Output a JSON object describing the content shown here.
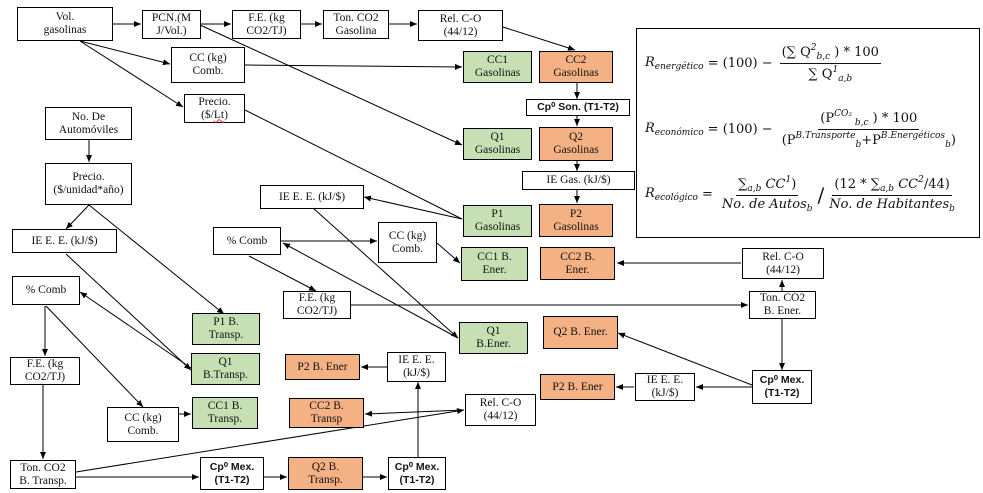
{
  "nodes": {
    "vol_gasolinas": "Vol.\ngasolinas",
    "pcn": "PCN.(M\nJ/Vol.)",
    "fe_top": "F.E. (kg\nCO2/TJ)",
    "ton_co2_gasolina": "Ton. CO2\nGasolina",
    "rel_co_top": "Rel. C-O\n(44/12)",
    "cc_comb_top": "CC (kg)\nComb.",
    "precio_lt_label": "Precio.",
    "precio_lt_unit_a": "($/",
    "precio_lt_unit_b": "Lt",
    "precio_lt_unit_c": ")",
    "cc1_gasolinas": "CC1\nGasolinas",
    "cc2_gasolinas": "CC2\nGasolinas",
    "cp_son": "Cp⁰ Son. (T1-T2)",
    "no_automoviles": "No. De\nAutomóviles",
    "q1_gasolinas": "Q1\nGasolinas",
    "q2_gasolinas": "Q2\nGasolinas",
    "precio_unidad": "Precio.\n($/unidad*año)",
    "ie_gas": "IE Gas. (kJ/$)",
    "ie_ee_mid": "IE E. E. (kJ/$)",
    "p1_gasolinas": "P1\nGasolinas",
    "p2_gasolinas": "P2\nGasolinas",
    "ie_ee_left": "IE E. E. (kJ/$)",
    "pct_comb_mid": "% Comb",
    "cc_comb_mid": "CC (kg)\nComb.",
    "cc1_b_ener": "CC1 B.\nEner.",
    "cc2_b_ener": "CC2 B.\nEner.",
    "rel_co_right": "Rel. C-O\n(44/12)",
    "pct_comb_left": "% Comb",
    "fe_mid": "F.E. (kg\nCO2/TJ)",
    "ton_co2_b_ener": "Ton. CO2\nB. Ener.",
    "p1_b_transp": "P1 B.\nTransp.",
    "q1_b_ener": "Q1\nB.Ener.",
    "q2_b_ener": "Q2 B. Ener.",
    "fe_left": "F.E. (kg\nCO2/TJ)",
    "q1_b_transp": "Q1\nB.Transp.",
    "p2_b_ener_mid": "P2 B. Ener",
    "ie_ee_lower": "IE E. E.\n(kJ/$)",
    "p2_b_ener_right": "P2 B. Ener",
    "ie_ee_right": "IE E. E.\n(kJ/$)",
    "cp_mex_right": "Cp⁰ Mex.\n(T1-T2)",
    "cc_comb_left": "CC (kg)\nComb.",
    "cc1_b_transp": "CC1 B.\nTransp.",
    "cc2_b_transp": "CC2 B.\nTransp",
    "rel_co_bottom": "Rel. C-O\n(44/12)",
    "ton_co2_b_transp": "Ton. CO2\nB. Transp.",
    "cp_mex_bottom_left": "Cp⁰ Mex.\n(T1-T2)",
    "q2_b_transp": "Q2 B.\nTransp.",
    "cp_mex_bottom_mid": "Cp⁰ Mex.\n(T1-T2)"
  },
  "colors": {
    "input_fill": "#ffffff",
    "result_1_fill": "#c6e0b4",
    "result_2_fill": "#f4b183",
    "stroke": "#000000"
  },
  "formulas": {
    "energetico": {
      "lhs": "R",
      "lhs_sub": "energético",
      "eq": "= (100) −",
      "num": "(∑ Q",
      "num_sup": "2",
      "num_sub": "b,c",
      "num_tail": " ) * 100",
      "den": "∑ Q",
      "den_sup": "1",
      "den_sub": "a,b"
    },
    "economico": {
      "lhs": "R",
      "lhs_sub": "económico",
      "eq": "= (100) −",
      "num": "(P",
      "num_sup": "CO₂",
      "num_sub": " b,c",
      "num_tail": " ) * 100",
      "den_a": "(P",
      "den_a_sup": "B.Transporte",
      "den_a_sub": "b",
      "den_plus": "+P",
      "den_b_sup": "B.Energéticos",
      "den_b_sub": "b",
      "den_close": ")"
    },
    "ecologico": {
      "lhs": "R",
      "lhs_sub": "ecológico",
      "eq": "=",
      "num1": "∑",
      "num1_sub": "a,b",
      "num1_tail": " CC",
      "num1_sup": "1",
      "num1_close": ")",
      "den1": "No. de Autos",
      "den1_sub": "b",
      "slash": "/",
      "num2": "(12 * ∑",
      "num2_sub": "a,b",
      "num2_tail": " CC",
      "num2_sup": "2",
      "num2_close": "/44)",
      "den2": "No. de Habitantes",
      "den2_sub": "b"
    }
  }
}
